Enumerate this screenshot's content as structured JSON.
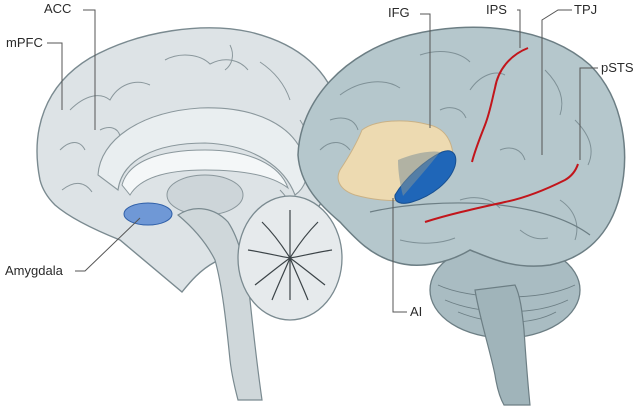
{
  "labels": {
    "acc": "ACC",
    "mpfc": "mPFC",
    "amygdala": "Amygdala",
    "ifg": "IFG",
    "ips": "IPS",
    "tpj": "TPJ",
    "psts": "pSTS",
    "ai": "AI"
  },
  "colors": {
    "medial_brain": "#dde3e6",
    "lateral_brain": "#b5c7cc",
    "outline": "#7a8a90",
    "sulcus_line": "#c2151b",
    "ifg_region": "#f3dcae",
    "insula_region": "#1f66b8",
    "amygdala_region": "#4a7fd0",
    "leader_line": "#555555"
  }
}
